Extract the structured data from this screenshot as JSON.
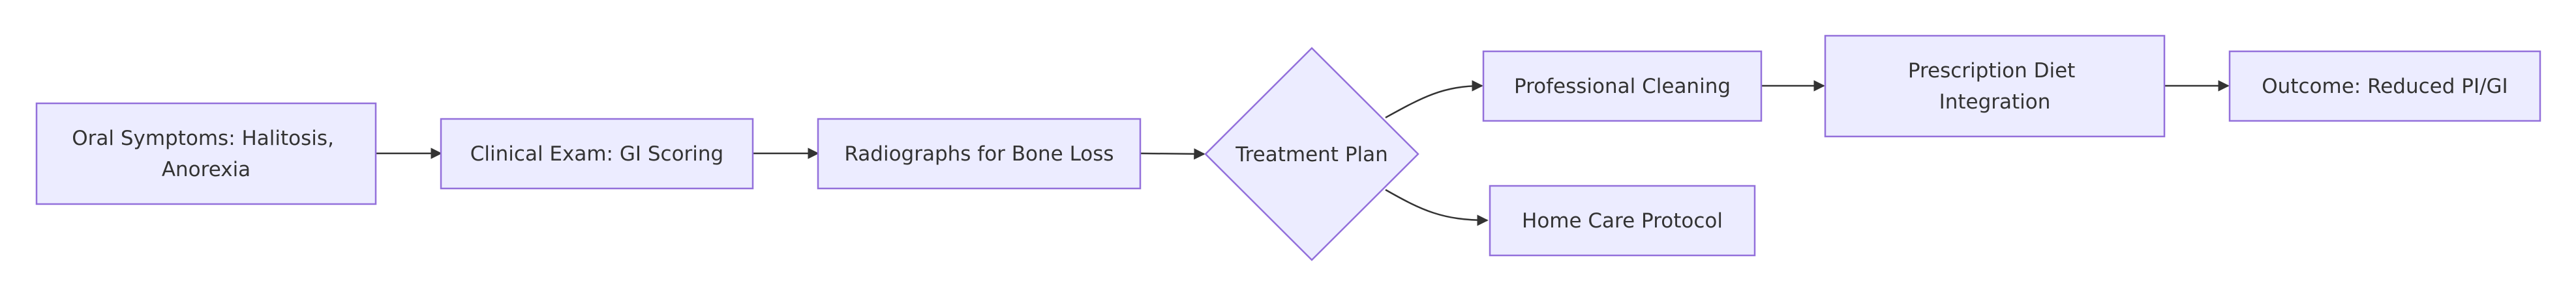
{
  "diagram": {
    "nodes": {
      "oral_symptoms": [
        "Oral Symptoms: Halitosis,",
        "Anorexia"
      ],
      "clinical_exam": [
        "Clinical Exam: GI Scoring"
      ],
      "radiographs": [
        "Radiographs for Bone Loss"
      ],
      "treatment_plan": [
        "Treatment Plan"
      ],
      "professional_cleaning": [
        "Professional Cleaning"
      ],
      "home_care": [
        "Home Care Protocol"
      ],
      "prescription_diet": [
        "Prescription Diet",
        "Integration"
      ],
      "outcome": [
        "Outcome: Reduced PI/GI"
      ]
    },
    "edges": [
      {
        "from": "oral_symptoms",
        "to": "clinical_exam"
      },
      {
        "from": "clinical_exam",
        "to": "radiographs"
      },
      {
        "from": "radiographs",
        "to": "treatment_plan"
      },
      {
        "from": "treatment_plan",
        "to": "professional_cleaning"
      },
      {
        "from": "treatment_plan",
        "to": "home_care"
      },
      {
        "from": "professional_cleaning",
        "to": "prescription_diet"
      },
      {
        "from": "prescription_diet",
        "to": "outcome"
      }
    ],
    "colors": {
      "node_fill": "#ECECFF",
      "node_stroke": "#9370DB",
      "text": "#333333",
      "edge": "#333333"
    }
  }
}
